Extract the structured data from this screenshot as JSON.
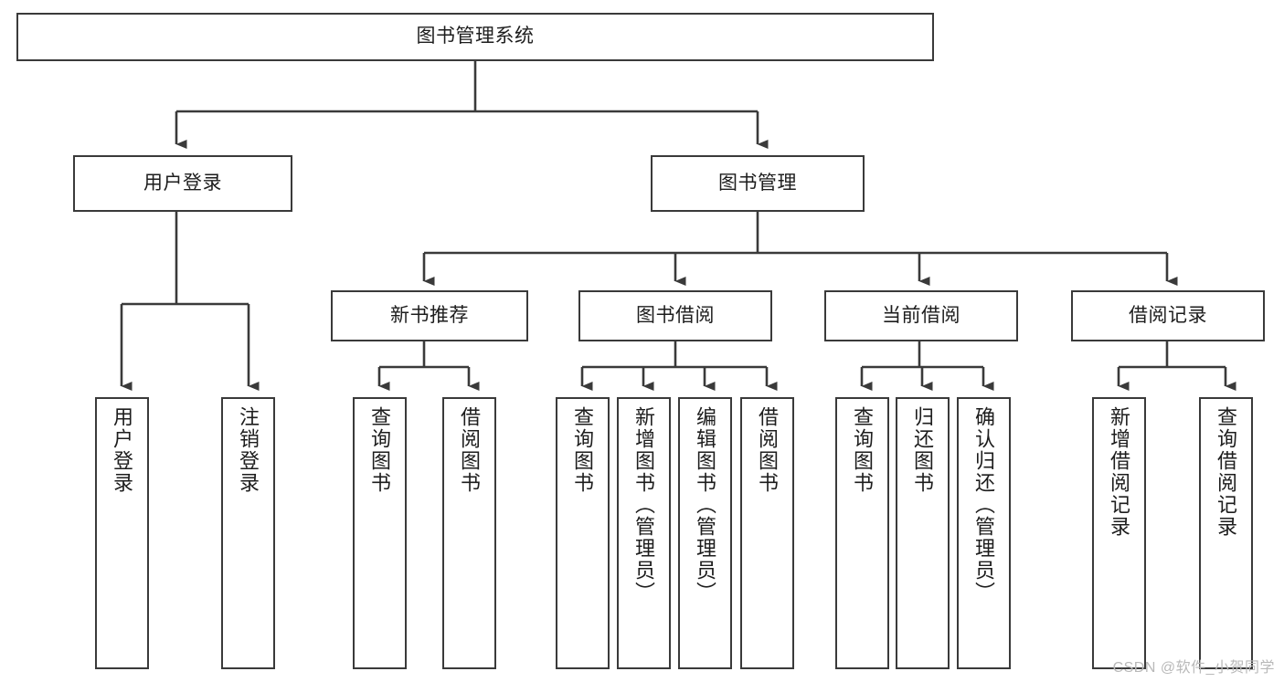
{
  "diagram": {
    "type": "tree",
    "title": "图书管理系统",
    "watermark": "CSDN @软件_小贺同学",
    "style": {
      "box_border_color": "#3a3a3a",
      "box_fill_color": "#ffffff",
      "edge_color": "#3a3a3a",
      "background_color": "#ffffff",
      "text_color": "#1d1d1d"
    },
    "nodes": {
      "root": {
        "label": "图书管理系统",
        "level": 0
      },
      "user_login": {
        "label": "用户登录",
        "level": 1
      },
      "book_manage": {
        "label": "图书管理",
        "level": 1
      },
      "new_book_rec": {
        "label": "新书推荐",
        "level": 2
      },
      "book_borrow": {
        "label": "图书借阅",
        "level": 2
      },
      "current_borrow": {
        "label": "当前借阅",
        "level": 2
      },
      "borrow_record": {
        "label": "借阅记录",
        "level": 2
      },
      "leaf_user_login": {
        "label": "用户登录",
        "level": 3
      },
      "leaf_logout": {
        "label": "注销登录",
        "level": 3
      },
      "leaf_query_book_1": {
        "label": "查询图书",
        "level": 3
      },
      "leaf_borrow_book_1": {
        "label": "借阅图书",
        "level": 3
      },
      "leaf_query_book_2": {
        "label": "查询图书",
        "level": 3
      },
      "leaf_add_book": {
        "label": "新增图书（管理员）",
        "level": 3
      },
      "leaf_edit_book": {
        "label": "编辑图书（管理员）",
        "level": 3
      },
      "leaf_borrow_book_2": {
        "label": "借阅图书",
        "level": 3
      },
      "leaf_query_book_3": {
        "label": "查询图书",
        "level": 3
      },
      "leaf_return_book": {
        "label": "归还图书",
        "level": 3
      },
      "leaf_confirm_return": {
        "label": "确认归还（管理员）",
        "level": 3
      },
      "leaf_add_record": {
        "label": "新增借阅记录",
        "level": 3
      },
      "leaf_query_record": {
        "label": "查询借阅记录",
        "level": 3
      }
    },
    "edges": [
      {
        "from": "root",
        "to": "user_login"
      },
      {
        "from": "root",
        "to": "book_manage"
      },
      {
        "from": "user_login",
        "to": "leaf_user_login"
      },
      {
        "from": "user_login",
        "to": "leaf_logout"
      },
      {
        "from": "book_manage",
        "to": "new_book_rec"
      },
      {
        "from": "book_manage",
        "to": "book_borrow"
      },
      {
        "from": "book_manage",
        "to": "current_borrow"
      },
      {
        "from": "book_manage",
        "to": "borrow_record"
      },
      {
        "from": "new_book_rec",
        "to": "leaf_query_book_1"
      },
      {
        "from": "new_book_rec",
        "to": "leaf_borrow_book_1"
      },
      {
        "from": "book_borrow",
        "to": "leaf_query_book_2"
      },
      {
        "from": "book_borrow",
        "to": "leaf_add_book"
      },
      {
        "from": "book_borrow",
        "to": "leaf_edit_book"
      },
      {
        "from": "book_borrow",
        "to": "leaf_borrow_book_2"
      },
      {
        "from": "current_borrow",
        "to": "leaf_query_book_3"
      },
      {
        "from": "current_borrow",
        "to": "leaf_return_book"
      },
      {
        "from": "current_borrow",
        "to": "leaf_confirm_return"
      },
      {
        "from": "borrow_record",
        "to": "leaf_add_record"
      },
      {
        "from": "borrow_record",
        "to": "leaf_query_record"
      }
    ]
  }
}
